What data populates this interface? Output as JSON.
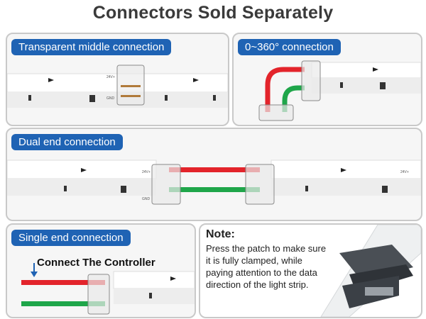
{
  "title": "Connectors Sold Separately",
  "panels": {
    "transparent": {
      "label": "Transparent middle connection"
    },
    "rotate": {
      "label": "0~360° connection"
    },
    "dual": {
      "label": "Dual end connection"
    },
    "single": {
      "label": "Single end connection",
      "controller": "Connect The Controller"
    }
  },
  "note": {
    "title": "Note:",
    "body": "Press the patch to make sure it is fully clamped, while paying attention to the data direction of the light strip."
  },
  "strip_labels": {
    "voltage": "24V+",
    "gnd": "GND"
  },
  "colors": {
    "accent": "#1f63b4",
    "red_wire": "#e3242b",
    "green_wire": "#1fa64a"
  }
}
